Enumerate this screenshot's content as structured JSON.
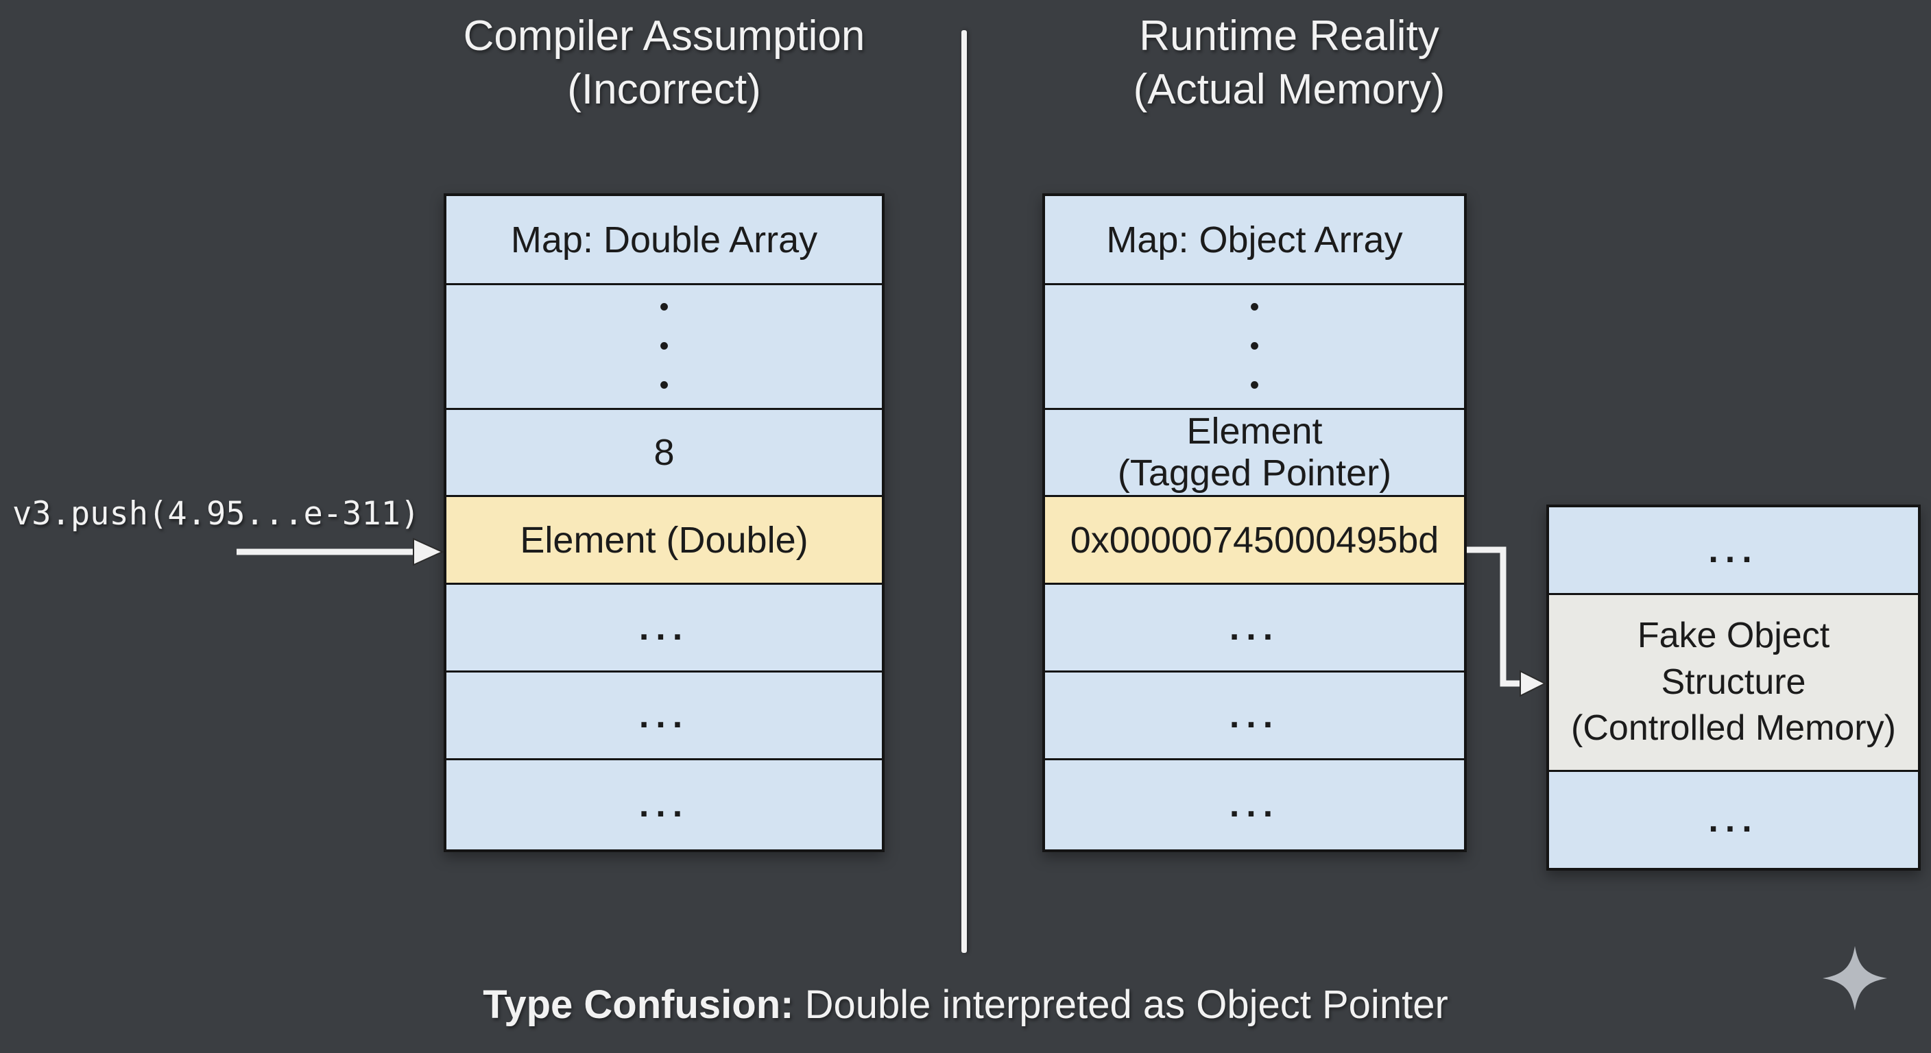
{
  "colors": {
    "bg": "#3b3e42",
    "blue": "#d4e3f2",
    "yellow": "#f9e9ba",
    "grey": "#e9e9e5",
    "ink": "#141414",
    "light": "#f2f2f2",
    "sparkle": "#b6bac0"
  },
  "headers": {
    "left": {
      "line1": "Compiler Assumption",
      "line2": "(Incorrect)"
    },
    "right": {
      "line1": "Runtime Reality",
      "line2": "(Actual Memory)"
    }
  },
  "annotation": {
    "push_call": "v3.push(4.95...e-311)"
  },
  "left_table": {
    "map": "Map: Double Array",
    "dots": "•\n•\n•",
    "length": "8",
    "element": "Element (Double)",
    "more1": "...",
    "more2": "...",
    "more3": "..."
  },
  "right_table": {
    "map": "Map: Object Array",
    "dots": "•\n•\n•",
    "element": "Element\n(Tagged Pointer)",
    "pointer": "0x00000745000495bd",
    "more1": "...",
    "more2": "...",
    "more3": "..."
  },
  "fake_object": {
    "more_top": "...",
    "label": "Fake Object\nStructure\n(Controlled Memory)",
    "more_bottom": "..."
  },
  "caption": {
    "term": "Type Confusion:",
    "description": " Double interpreted as Object Pointer"
  }
}
